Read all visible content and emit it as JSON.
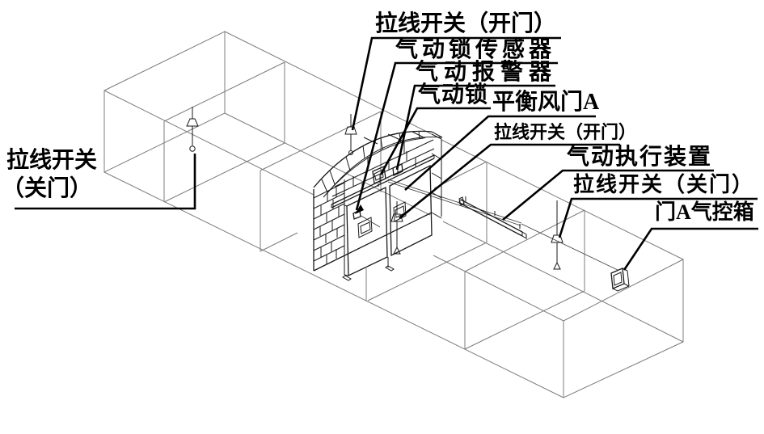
{
  "diagram": {
    "background": "#ffffff",
    "colors": {
      "wireframe": "#7d7d7d",
      "detail": "#1a1a1a",
      "leader": "#000000",
      "text": "#000000"
    },
    "labels": {
      "pull_switch_close_left_line1": "拉线开关",
      "pull_switch_close_left_line2": "（关门）",
      "pull_switch_open_top": "拉线开关（开门）",
      "pneumatic_lock_sensor": "气动锁传感器",
      "pneumatic_alarm": "气动报警器",
      "pneumatic_lock": "气动锁",
      "balance_air_door_a": "平衡风门A",
      "pull_switch_open_inner": "拉线开关（开门）",
      "pneumatic_actuator": "气动执行装置",
      "pull_switch_close_right": "拉线开关（关门）",
      "door_a_control_box": "门A气控箱"
    }
  }
}
